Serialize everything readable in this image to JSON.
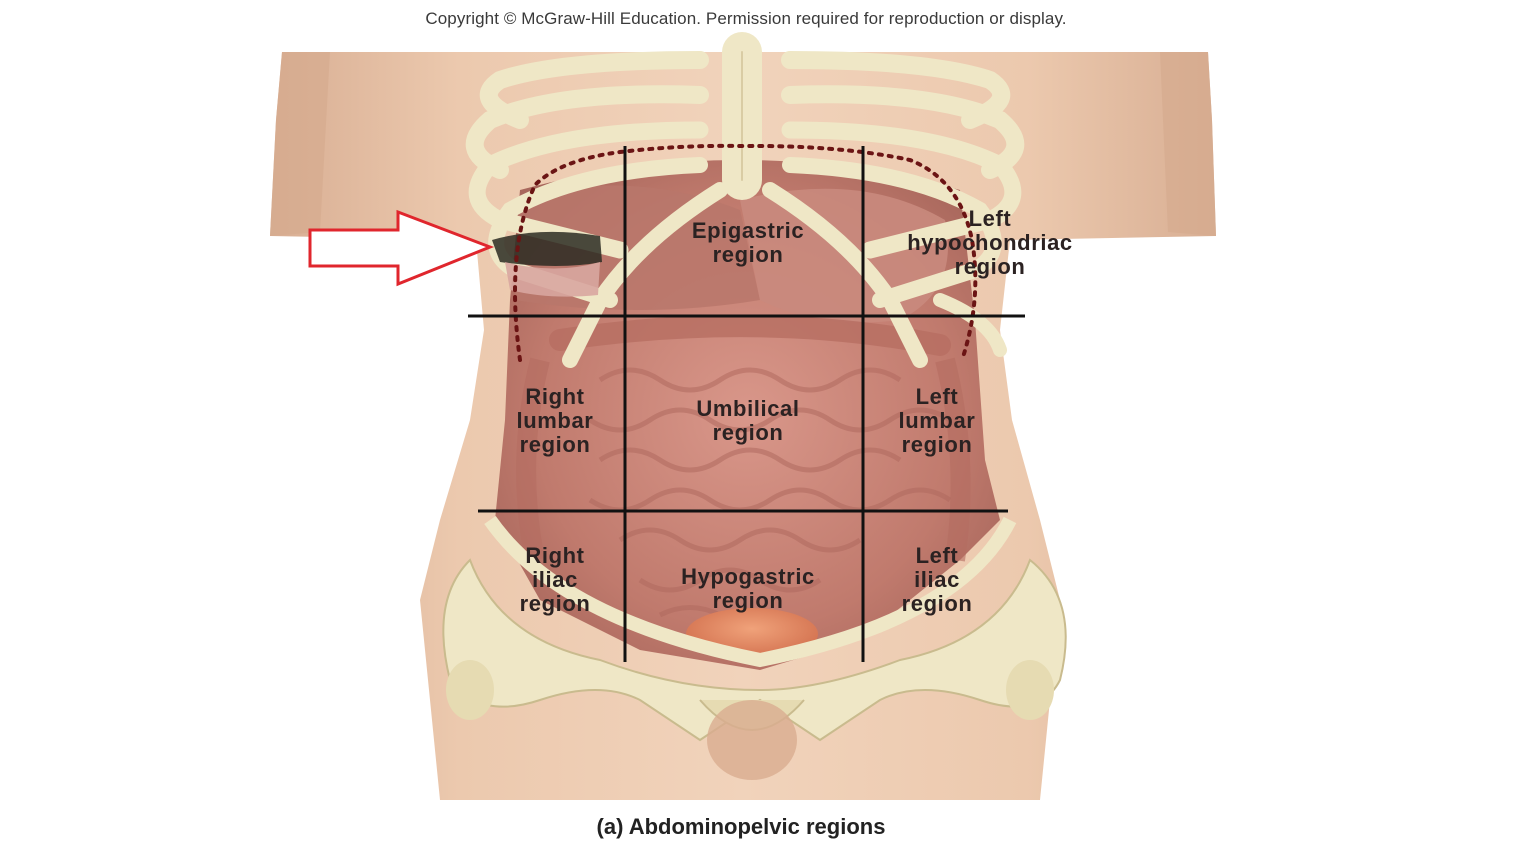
{
  "copyright": "Copyright © McGraw-Hill Education. Permission required for reproduction or display.",
  "caption": "(a) Abdominopelvic regions",
  "regions": {
    "right_hypochondriac": "",
    "epigastric": "Epigastric\nregion",
    "left_hypochondriac": "Left\nhypochondriac\nregion",
    "right_lumbar": "Right\nlumbar\nregion",
    "umbilical": "Umbilical\nregion",
    "left_lumbar": "Left\nlumbar\nregion",
    "right_iliac": "Right\niliac\nregion",
    "hypogastric": "Hypogastric\nregion",
    "left_iliac": "Left\niliac\nregion"
  },
  "colors": {
    "skin": "#e7c3a6",
    "skin_shadow": "#cf9f82",
    "bone": "#efe7c6",
    "bone_edge": "#c9bb8e",
    "organ": "#c9877a",
    "organ_dark": "#a9655c",
    "grid_line": "#111111",
    "diaphragm_dots": "#6b1414",
    "arrow": "#e0262d"
  },
  "arrow": {
    "icon": "right-arrow-outline-icon"
  }
}
